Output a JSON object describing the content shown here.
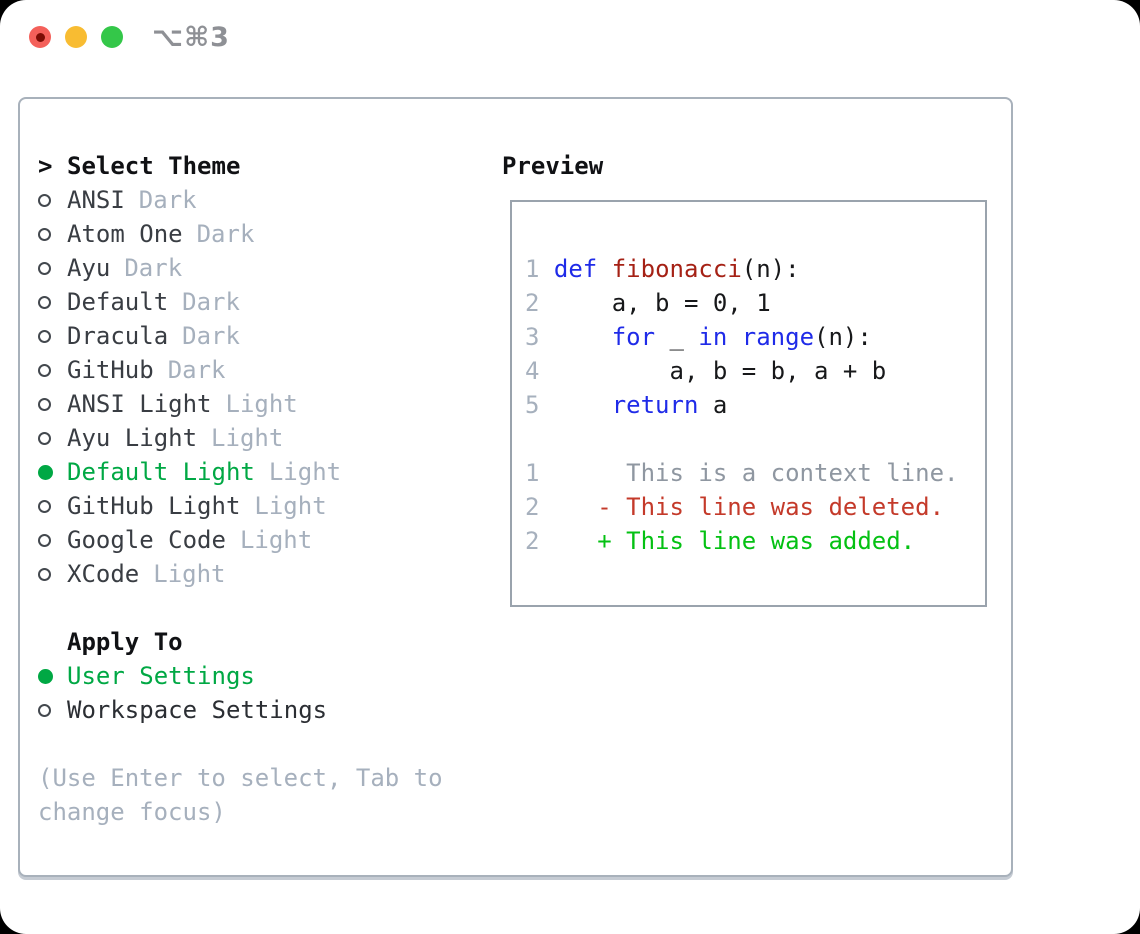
{
  "window": {
    "title": "⌥⌘3",
    "traffic_lights": [
      {
        "name": "close",
        "color": "#f4605a",
        "has_inner_dot": true
      },
      {
        "name": "minimize",
        "color": "#f8bc32",
        "has_inner_dot": false
      },
      {
        "name": "zoom",
        "color": "#34c749",
        "has_inner_dot": false
      }
    ]
  },
  "theme_selector": {
    "header": {
      "prompt": ">",
      "label": "Select Theme"
    },
    "themes": [
      {
        "name": "ANSI",
        "variant": "Dark",
        "selected": false
      },
      {
        "name": "Atom One",
        "variant": "Dark",
        "selected": false
      },
      {
        "name": "Ayu",
        "variant": "Dark",
        "selected": false
      },
      {
        "name": "Default",
        "variant": "Dark",
        "selected": false
      },
      {
        "name": "Dracula",
        "variant": "Dark",
        "selected": false
      },
      {
        "name": "GitHub",
        "variant": "Dark",
        "selected": false
      },
      {
        "name": "ANSI Light",
        "variant": "Light",
        "selected": false
      },
      {
        "name": "Ayu Light",
        "variant": "Light",
        "selected": false
      },
      {
        "name": "Default Light",
        "variant": "Light",
        "selected": true
      },
      {
        "name": "GitHub Light",
        "variant": "Light",
        "selected": false
      },
      {
        "name": "Google Code",
        "variant": "Light",
        "selected": false
      },
      {
        "name": "XCode",
        "variant": "Light",
        "selected": false
      }
    ],
    "apply_to": {
      "label": "Apply To",
      "options": [
        {
          "name": "User Settings",
          "selected": true
        },
        {
          "name": "Workspace Settings",
          "selected": false
        }
      ]
    },
    "hint_lines": [
      "(Use Enter to select, Tab to",
      "change focus)"
    ]
  },
  "preview": {
    "title": "Preview",
    "lines": [
      {
        "num": "1",
        "tokens": [
          [
            "d",
            " "
          ],
          [
            "kw",
            "def"
          ],
          [
            "d",
            " "
          ],
          [
            "fn",
            "fibonacci"
          ],
          [
            "d",
            "(n):"
          ]
        ]
      },
      {
        "num": "2",
        "tokens": [
          [
            "d",
            "     a, b = 0, 1"
          ]
        ]
      },
      {
        "num": "3",
        "tokens": [
          [
            "d",
            "     "
          ],
          [
            "kw",
            "for"
          ],
          [
            "d",
            " _ "
          ],
          [
            "kw",
            "in"
          ],
          [
            "d",
            " "
          ],
          [
            "kw",
            "range"
          ],
          [
            "d",
            "(n):"
          ]
        ]
      },
      {
        "num": "4",
        "tokens": [
          [
            "d",
            "         a, b = b, a + b"
          ]
        ]
      },
      {
        "num": "5",
        "tokens": [
          [
            "d",
            "     "
          ],
          [
            "kw",
            "return"
          ],
          [
            "d",
            " a"
          ]
        ]
      },
      {
        "num": "",
        "tokens": []
      },
      {
        "num": "1",
        "tokens": [
          [
            "ctx",
            "      This is a context line."
          ]
        ]
      },
      {
        "num": "2",
        "tokens": [
          [
            "del",
            "    - This line was deleted."
          ]
        ]
      },
      {
        "num": "2",
        "tokens": [
          [
            "add",
            "    + This line was added."
          ]
        ]
      }
    ]
  },
  "colors": {
    "selection_green": "#00a844",
    "added_green": "#04c113",
    "deleted_red": "#c43a2a",
    "keyword_blue": "#1f2be8",
    "function_red": "#a52115",
    "muted_gray": "#a6b0bd",
    "context_gray": "#8f97a1",
    "panel_border": "#a8b1bb",
    "text_black": "#17181a"
  }
}
